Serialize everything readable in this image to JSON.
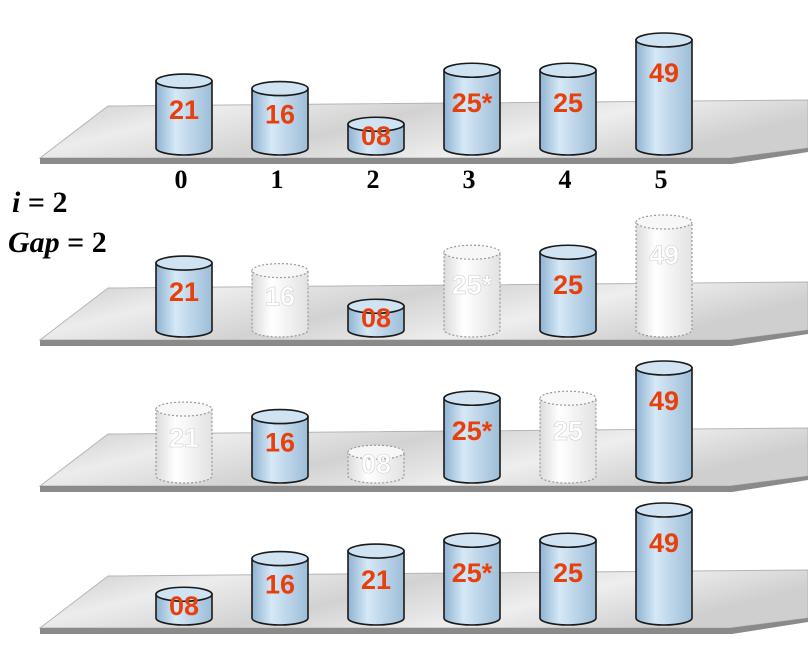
{
  "indices": [
    "0",
    "1",
    "2",
    "3",
    "4",
    "5"
  ],
  "info": {
    "i_label": "i",
    "i_value": "= 2",
    "gap_label": "Gap",
    "gap_value": "= 2"
  },
  "colors": {
    "cylinder_active_fill": "#b8d4ea",
    "cylinder_active_stroke": "#1a1a1a",
    "cylinder_inactive_fill": "#f2f2f2",
    "cylinder_inactive_stroke": "#9a9a9a",
    "active_text": "#e8400c",
    "inactive_text": "#ffffff",
    "platform_top": "#d7d7d7",
    "platform_edge": "#8a8a8a"
  },
  "rows": [
    {
      "cells": [
        {
          "label": "21",
          "height": 0.62,
          "active": true
        },
        {
          "label": "16",
          "height": 0.55,
          "active": true
        },
        {
          "label": "08",
          "height": 0.22,
          "active": true
        },
        {
          "label": "25*",
          "height": 0.72,
          "active": true
        },
        {
          "label": "25",
          "height": 0.72,
          "active": true
        },
        {
          "label": "49",
          "height": 1.0,
          "active": true
        }
      ]
    },
    {
      "cells": [
        {
          "label": "21",
          "height": 0.62,
          "active": true
        },
        {
          "label": "16",
          "height": 0.55,
          "active": false
        },
        {
          "label": "08",
          "height": 0.22,
          "active": true
        },
        {
          "label": "25*",
          "height": 0.72,
          "active": false
        },
        {
          "label": "25",
          "height": 0.72,
          "active": true
        },
        {
          "label": "49",
          "height": 1.0,
          "active": false
        }
      ]
    },
    {
      "cells": [
        {
          "label": "21",
          "height": 0.62,
          "active": false
        },
        {
          "label": "16",
          "height": 0.55,
          "active": true
        },
        {
          "label": "08",
          "height": 0.22,
          "active": false
        },
        {
          "label": "25*",
          "height": 0.72,
          "active": true
        },
        {
          "label": "25",
          "height": 0.72,
          "active": false
        },
        {
          "label": "49",
          "height": 1.0,
          "active": true
        }
      ]
    },
    {
      "cells": [
        {
          "label": "08",
          "height": 0.22,
          "active": true
        },
        {
          "label": "16",
          "height": 0.55,
          "active": true
        },
        {
          "label": "21",
          "height": 0.62,
          "active": true
        },
        {
          "label": "25*",
          "height": 0.72,
          "active": true
        },
        {
          "label": "25",
          "height": 0.72,
          "active": true
        },
        {
          "label": "49",
          "height": 1.0,
          "active": true
        }
      ]
    }
  ]
}
